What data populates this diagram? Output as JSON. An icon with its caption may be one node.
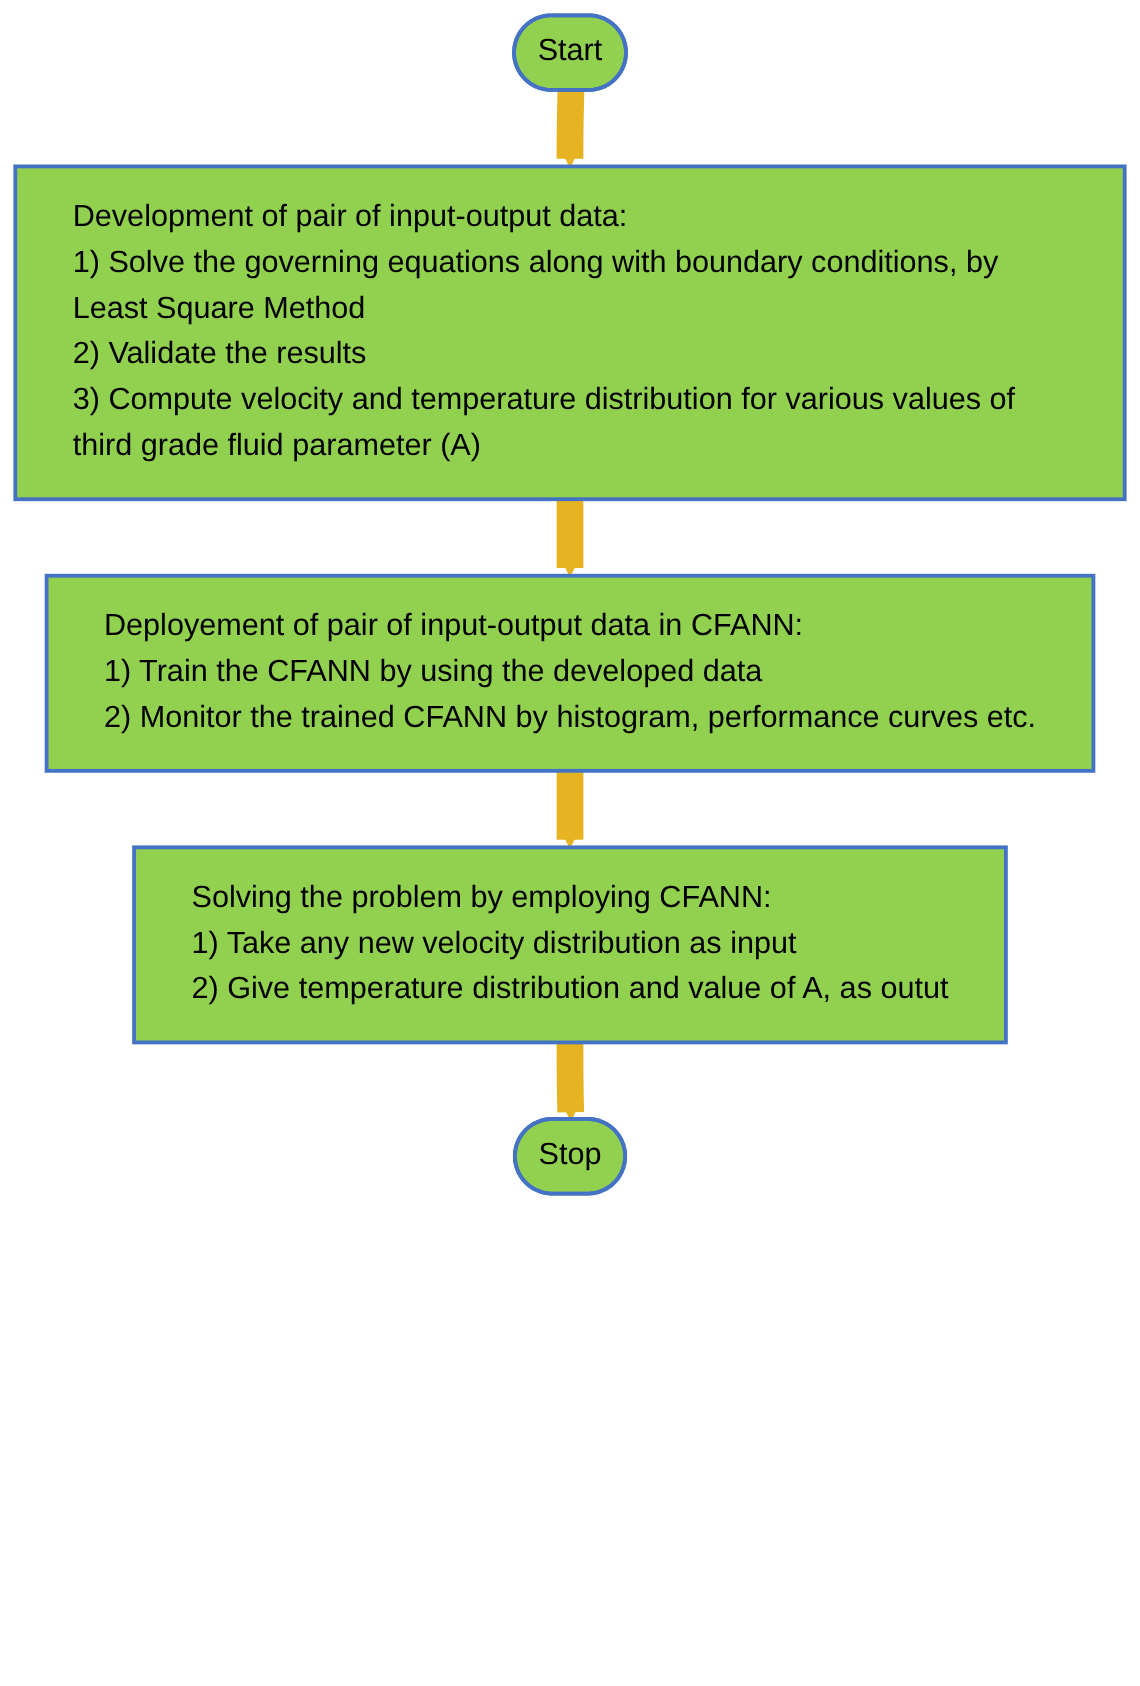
{
  "diagram": {
    "nodes": [
      {
        "text": [
          "Start"
        ]
      },
      {
        "text": [
          "Development of pair of input-output data:",
          "1) Solve the governing equations along with boundary conditions, by Least Square Method",
          "2) Validate the results",
          "3) Compute velocity and temperature distribution for various values of third grade fluid parameter (A)"
        ]
      },
      {
        "text": [
          "Deployement of pair of input-output data in CFANN:",
          "1) Train the CFANN by using the developed data",
          "2) Monitor the trained CFANN by histogram, performance curves etc."
        ]
      },
      {
        "text": [
          "Solving the problem by employing CFANN:",
          "1) Take any new velocity distribution as input",
          "2) Give temperature distribution and value of A, as outut"
        ]
      },
      {
        "text": [
          "Stop"
        ]
      }
    ],
    "edges": [
      {
        "from": 0,
        "to": 1,
        "arrow": "to"
      },
      {
        "from": 1,
        "to": 2,
        "arrow": "to"
      },
      {
        "from": 2,
        "to": 3,
        "arrow": "to"
      },
      {
        "from": 3,
        "to": 4,
        "arrow": "to"
      }
    ]
  }
}
